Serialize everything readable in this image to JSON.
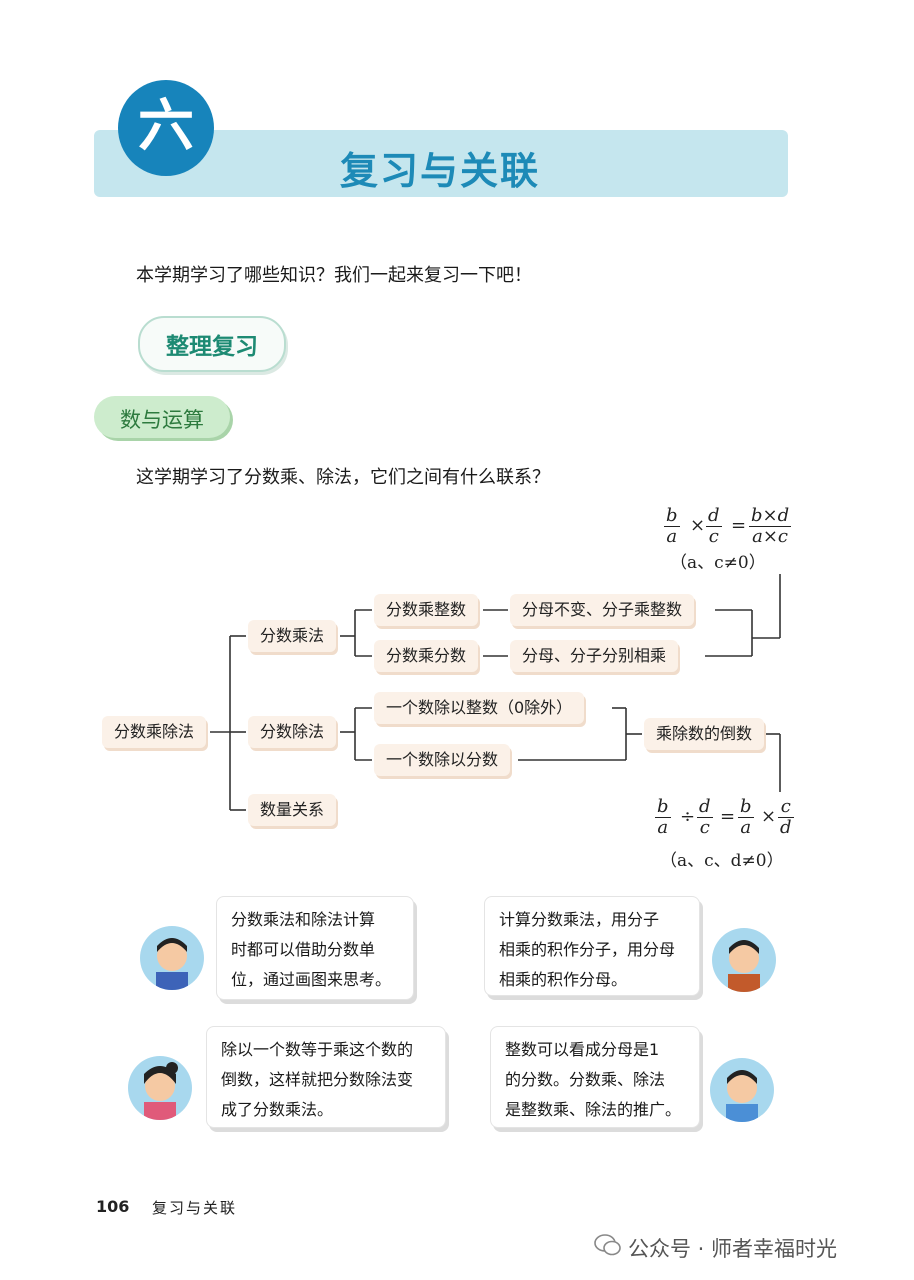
{
  "header": {
    "chapter_number": "六",
    "title": "复习与关联"
  },
  "intro": "本学期学习了哪些知识？我们一起来复习一下吧！",
  "review_label": "整理复习",
  "section_label": "数与运算",
  "question": "这学期学习了分数乘、除法，它们之间有什么联系？",
  "diagram": {
    "root": "分数乘除法",
    "branch_multiply": "分数乘法",
    "branch_divide": "分数除法",
    "branch_quantity": "数量关系",
    "mult_integer": "分数乘整数",
    "mult_fraction": "分数乘分数",
    "rule_integer": "分母不变、分子乘整数",
    "rule_fraction": "分母、分子分别相乘",
    "div_integer": "一个数除以整数（0除外）",
    "div_fraction": "一个数除以分数",
    "div_rule": "乘除数的倒数",
    "formula_mult": {
      "b": "b",
      "a": "a",
      "d": "d",
      "c": "c",
      "times": "×",
      "eq": "=",
      "num": "b×d",
      "den": "a×c",
      "condition": "（a、c≠0）"
    },
    "formula_div": {
      "b": "b",
      "a": "a",
      "d": "d",
      "c": "c",
      "div": "÷",
      "eq": "=",
      "times": "×",
      "condition": "（a、c、d≠0）"
    }
  },
  "bubbles": [
    {
      "lines": [
        "分数乘法和除法计算",
        "时都可以借助分数单",
        "位，通过画图来思考。"
      ]
    },
    {
      "lines": [
        "计算分数乘法，用分子",
        "相乘的积作分子，用分母",
        "相乘的积作分母。"
      ]
    },
    {
      "lines": [
        "除以一个数等于乘这个数的",
        "倒数，这样就把分数除法变",
        "成了分数乘法。"
      ]
    },
    {
      "lines": [
        "整数可以看成分母是1",
        "的分数。分数乘、除法",
        "是整数乘、除法的推广。"
      ]
    }
  ],
  "footer": {
    "page_number": "106",
    "title": "复习与关联"
  },
  "watermark": "公众号 · 师者幸福时光",
  "colors": {
    "header_blue": "#1784bb",
    "header_bar": "#c5e6ee",
    "node_fill": "#fbf1e8",
    "section_green": "#cdeccd"
  }
}
